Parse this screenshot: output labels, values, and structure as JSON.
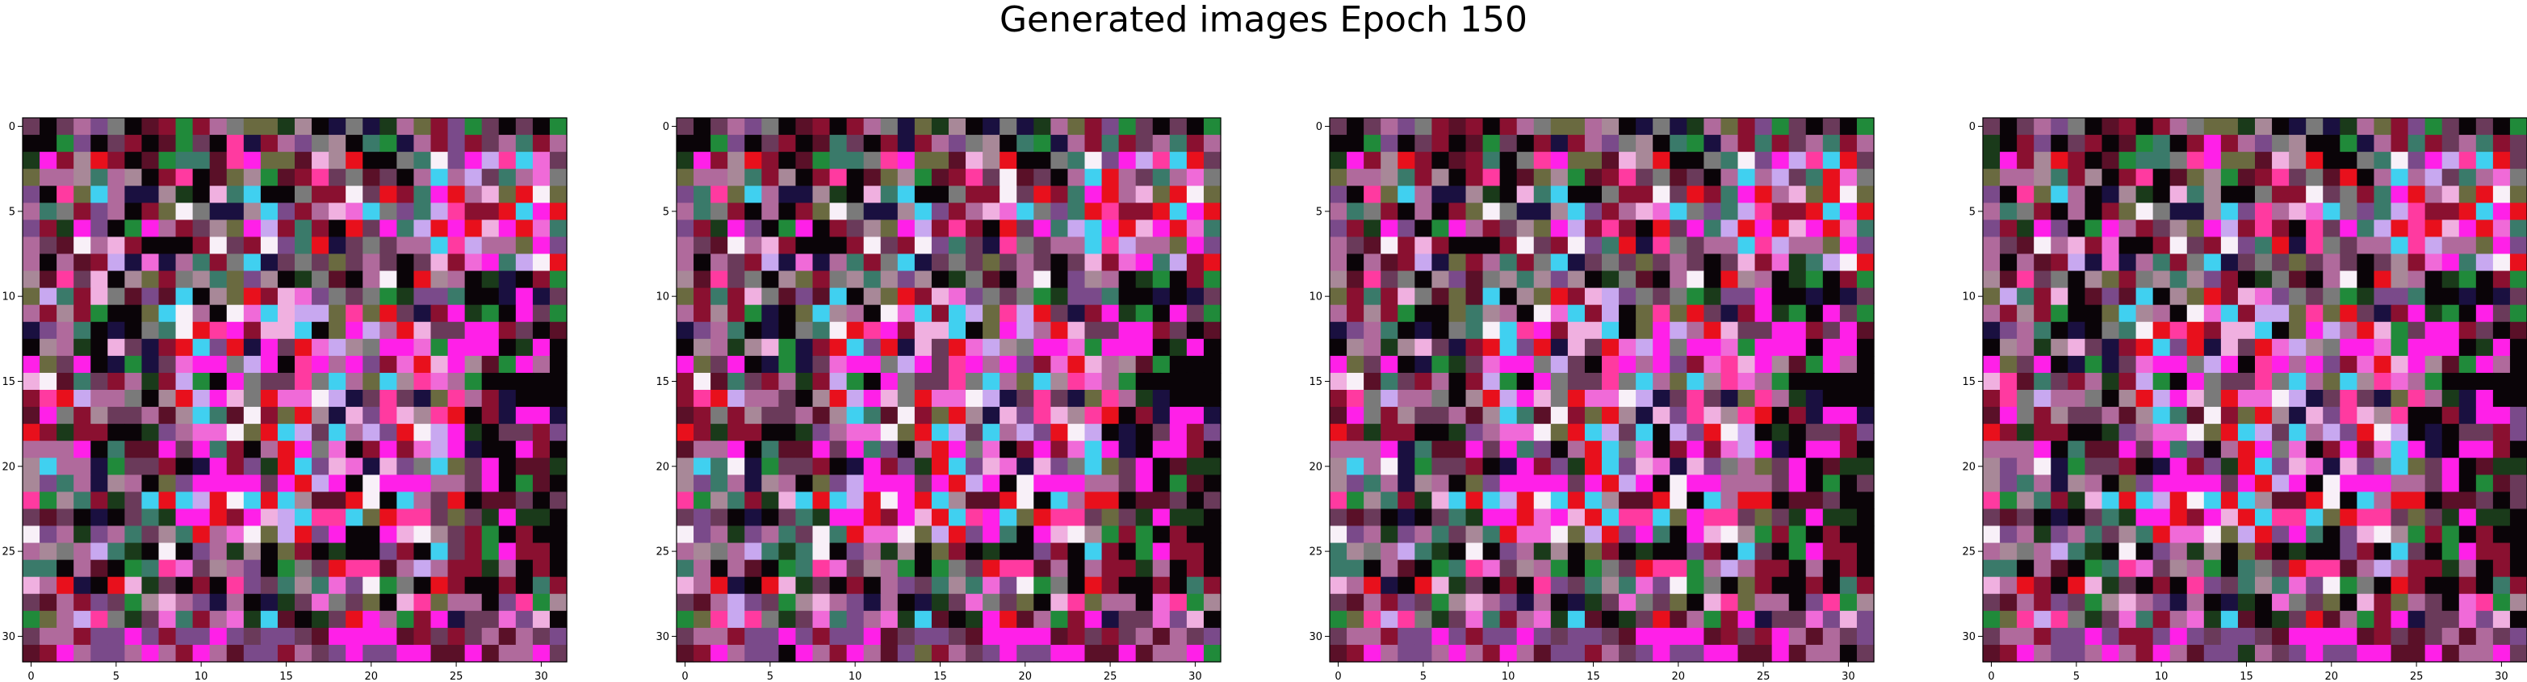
{
  "figure": {
    "suptitle": "Generated images Epoch 150"
  },
  "chart_data": [
    {
      "type": "heatmap",
      "title": "",
      "xlabel": "",
      "ylabel": "",
      "xlim": [
        -0.5,
        31.5
      ],
      "ylim": [
        31.5,
        -0.5
      ],
      "xticks": [
        "0",
        "5",
        "10",
        "15",
        "20",
        "25",
        "30"
      ],
      "yticks": [
        "0",
        "5",
        "10",
        "15",
        "20",
        "25",
        "30"
      ],
      "grid": false,
      "values_description": "32x32 RGB image (pixel noise of magenta, pink, red, green, black)"
    },
    {
      "type": "heatmap",
      "title": "",
      "xlabel": "",
      "ylabel": "",
      "xlim": [
        -0.5,
        31.5
      ],
      "ylim": [
        31.5,
        -0.5
      ],
      "xticks": [
        "0",
        "5",
        "10",
        "15",
        "20",
        "25",
        "30"
      ],
      "yticks": [
        "0",
        "5",
        "10",
        "15",
        "20",
        "25",
        "30"
      ],
      "grid": false
    },
    {
      "type": "heatmap",
      "title": "",
      "xlabel": "",
      "ylabel": "",
      "xlim": [
        -0.5,
        31.5
      ],
      "ylim": [
        31.5,
        -0.5
      ],
      "xticks": [
        "0",
        "5",
        "10",
        "15",
        "20",
        "25",
        "30"
      ],
      "yticks": [
        "0",
        "5",
        "10",
        "15",
        "20",
        "25",
        "30"
      ],
      "grid": false
    },
    {
      "type": "heatmap",
      "title": "",
      "xlabel": "",
      "ylabel": "",
      "xlim": [
        -0.5,
        31.5
      ],
      "ylim": [
        31.5,
        -0.5
      ],
      "xticks": [
        "0",
        "5",
        "10",
        "15",
        "20",
        "25",
        "30"
      ],
      "yticks": [
        "0",
        "5",
        "10",
        "15",
        "20",
        "25",
        "30"
      ],
      "grid": false
    }
  ],
  "palette": {
    "magenta": "#ff20e8",
    "pink": "#f06ad8",
    "hot_pink": "#ff3aa0",
    "red": "#e8101c",
    "dark_red": "#8a1030",
    "maroon": "#5a1028",
    "mauve": "#b06a9c",
    "purple": "#7a4a8a",
    "plum": "#6a3a5a",
    "gray_pink": "#a88898",
    "gray": "#7a7a7a",
    "olive": "#6a6a40",
    "dark_green": "#1a3a1a",
    "green": "#208a3a",
    "teal": "#3a7a6a",
    "black": "#0a0408",
    "navy": "#1a1040",
    "blue": "#3a3ab0",
    "light_pink": "#f0b0e0",
    "lavender": "#c8a8f0",
    "cyan": "#40d0f0",
    "white": "#f8f0f8"
  }
}
